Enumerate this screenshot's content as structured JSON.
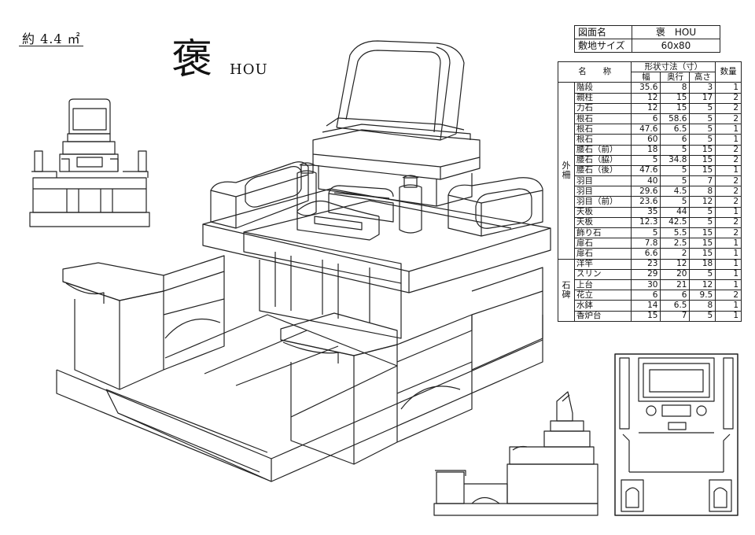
{
  "area_label": "約 4.4 ㎡",
  "title": {
    "kanji": "褒",
    "roman": "HOU"
  },
  "info": {
    "drawing_name_label": "図面名",
    "drawing_name_value": "褒　HOU",
    "site_size_label": "敷地サイズ",
    "site_size_value": "60x80"
  },
  "spec": {
    "header_group": "形状寸法（寸）",
    "col_name": "名　　称",
    "col_width": "幅",
    "col_depth": "奥行",
    "col_height": "高さ",
    "col_qty": "数量",
    "group_outer": "外柵",
    "group_stone": "石碑",
    "outer_rows": [
      {
        "name": "階段",
        "w": "35.6",
        "d": "8",
        "h": "3",
        "q": "1"
      },
      {
        "name": "親柱",
        "w": "12",
        "d": "15",
        "h": "17",
        "q": "2"
      },
      {
        "name": "力石",
        "w": "12",
        "d": "15",
        "h": "5",
        "q": "2"
      },
      {
        "name": "根石",
        "w": "6",
        "d": "58.6",
        "h": "5",
        "q": "2"
      },
      {
        "name": "根石",
        "w": "47.6",
        "d": "6.5",
        "h": "5",
        "q": "1"
      },
      {
        "name": "根石",
        "w": "60",
        "d": "6",
        "h": "5",
        "q": "1"
      },
      {
        "name": "腰石（前）",
        "w": "18",
        "d": "5",
        "h": "15",
        "q": "2"
      },
      {
        "name": "腰石（脇）",
        "w": "5",
        "d": "34.8",
        "h": "15",
        "q": "2"
      },
      {
        "name": "腰石（後）",
        "w": "47.6",
        "d": "5",
        "h": "15",
        "q": "1"
      },
      {
        "name": "羽目",
        "w": "40",
        "d": "5",
        "h": "7",
        "q": "2"
      },
      {
        "name": "羽目",
        "w": "29.6",
        "d": "4.5",
        "h": "8",
        "q": "2"
      },
      {
        "name": "羽目（前）",
        "w": "23.6",
        "d": "5",
        "h": "12",
        "q": "2"
      },
      {
        "name": "天板",
        "w": "35",
        "d": "44",
        "h": "5",
        "q": "1"
      },
      {
        "name": "天板",
        "w": "12.3",
        "d": "42.5",
        "h": "5",
        "q": "2"
      },
      {
        "name": "飾り石",
        "w": "5",
        "d": "5.5",
        "h": "15",
        "q": "2"
      },
      {
        "name": "扉石",
        "w": "7.8",
        "d": "2.5",
        "h": "15",
        "q": "1"
      },
      {
        "name": "扉石",
        "w": "6.6",
        "d": "2",
        "h": "15",
        "q": "1"
      }
    ],
    "stone_rows": [
      {
        "name": "洋竿",
        "w": "23",
        "d": "12",
        "h": "18",
        "q": "1"
      },
      {
        "name": "スリン",
        "w": "29",
        "d": "20",
        "h": "5",
        "q": "1"
      },
      {
        "name": "上台",
        "w": "30",
        "d": "21",
        "h": "12",
        "q": "1"
      },
      {
        "name": "花立",
        "w": "6",
        "d": "6",
        "h": "9.5",
        "q": "2"
      },
      {
        "name": "水鉢",
        "w": "14",
        "d": "6.5",
        "h": "8",
        "q": "1"
      },
      {
        "name": "香炉台",
        "w": "15",
        "d": "7",
        "h": "5",
        "q": "1"
      }
    ]
  }
}
